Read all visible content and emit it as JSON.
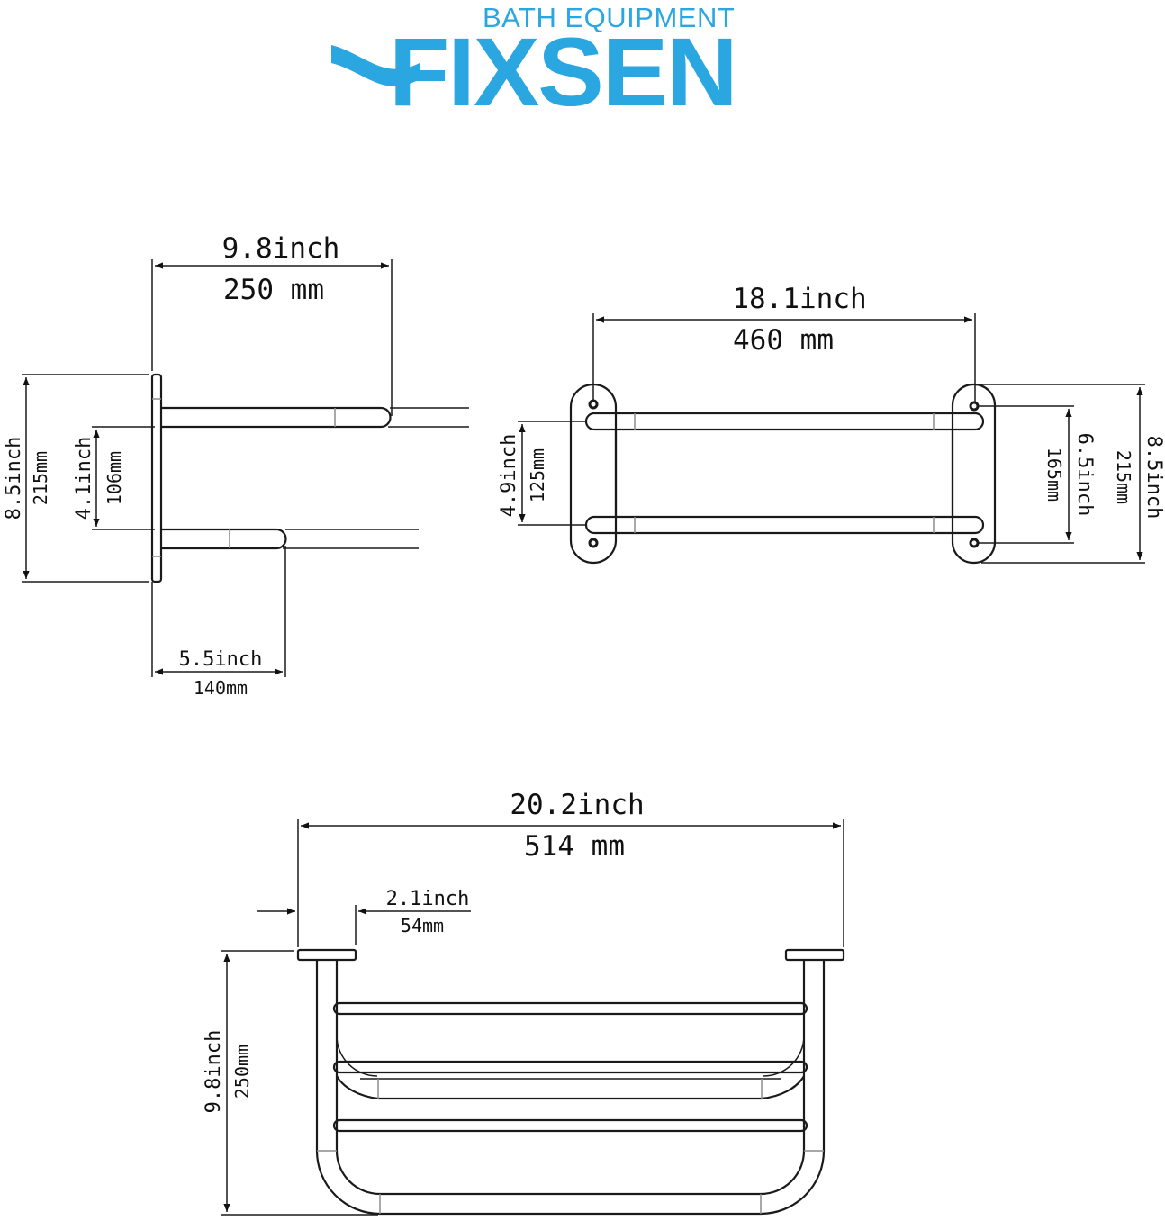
{
  "brand": {
    "name": "FIXSEN",
    "tagline": "BATH EQUIPMENT",
    "color": "#2aa6e0"
  },
  "side_view": {
    "projection_inch": "9.8inch",
    "projection_mm": "250 mm",
    "height_inch": "8.5inch",
    "height_mm": "215mm",
    "bar_spacing_inch": "4.1inch",
    "bar_spacing_mm": "106mm",
    "lower_bar_inch": "5.5inch",
    "lower_bar_mm": "140mm"
  },
  "front_view": {
    "mount_spacing_inch": "18.1inch",
    "mount_spacing_mm": "460 mm",
    "bar_spacing_inch": "4.9inch",
    "bar_spacing_mm": "125mm",
    "screw_spacing_inch": "6.5inch",
    "screw_spacing_mm": "165mm",
    "height_inch": "8.5inch",
    "height_mm": "215mm"
  },
  "top_view": {
    "overall_width_inch": "20.2inch",
    "overall_width_mm": "514 mm",
    "plate_width_inch": "2.1inch",
    "plate_width_mm": "54mm",
    "depth_inch": "9.8inch",
    "depth_mm": "250mm"
  },
  "colors": {
    "line": "#1a1a1a",
    "background": "#ffffff"
  }
}
